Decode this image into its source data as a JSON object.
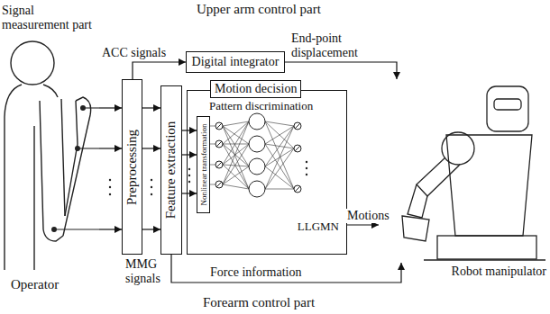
{
  "diagram": {
    "nodes": [
      {
        "text": [
          "Operator"
        ]
      },
      {
        "text": [
          "Preprocessing"
        ]
      },
      {
        "text": [
          "Feature extraction"
        ]
      },
      {
        "text": [
          "Digital integrator"
        ]
      },
      {
        "text": [
          "Motion decision",
          "Pattern discrimination",
          "LLGMN"
        ]
      },
      {
        "text": [
          "Nonlinear transformation"
        ],
        "in": 4
      },
      {
        "text": [
          "Robot manipulator"
        ]
      }
    ],
    "edges": [
      {
        "from": 0,
        "to": 1,
        "arrow": "to"
      },
      {
        "from": 0,
        "to": 1,
        "arrow": "to"
      },
      {
        "from": 0,
        "to": 1,
        "arrow": "to"
      },
      {
        "from": 1,
        "to": 3,
        "label": "ACC signals",
        "arrow": "to"
      },
      {
        "from": 1,
        "to": 2,
        "arrow": "to"
      },
      {
        "from": 1,
        "to": 2,
        "arrow": "to"
      },
      {
        "from": 1,
        "to": 2,
        "label": "MMG signals",
        "arrow": "to"
      },
      {
        "from": 2,
        "to": 5,
        "arrow": "to"
      },
      {
        "from": 2,
        "to": 5,
        "arrow": "to"
      },
      {
        "from": 2,
        "to": 5,
        "arrow": "to"
      },
      {
        "from": 3,
        "to": 6,
        "label": "End-point displacement",
        "arrow": "to"
      },
      {
        "from": 4,
        "to": 6,
        "label": "Motions",
        "arrow": "to"
      },
      {
        "from": 2,
        "to": 6,
        "label": "Force information",
        "arrow": "to"
      }
    ],
    "labels": [
      "Signal measurement part",
      "Upper arm control part",
      "Forearm control part"
    ]
  }
}
